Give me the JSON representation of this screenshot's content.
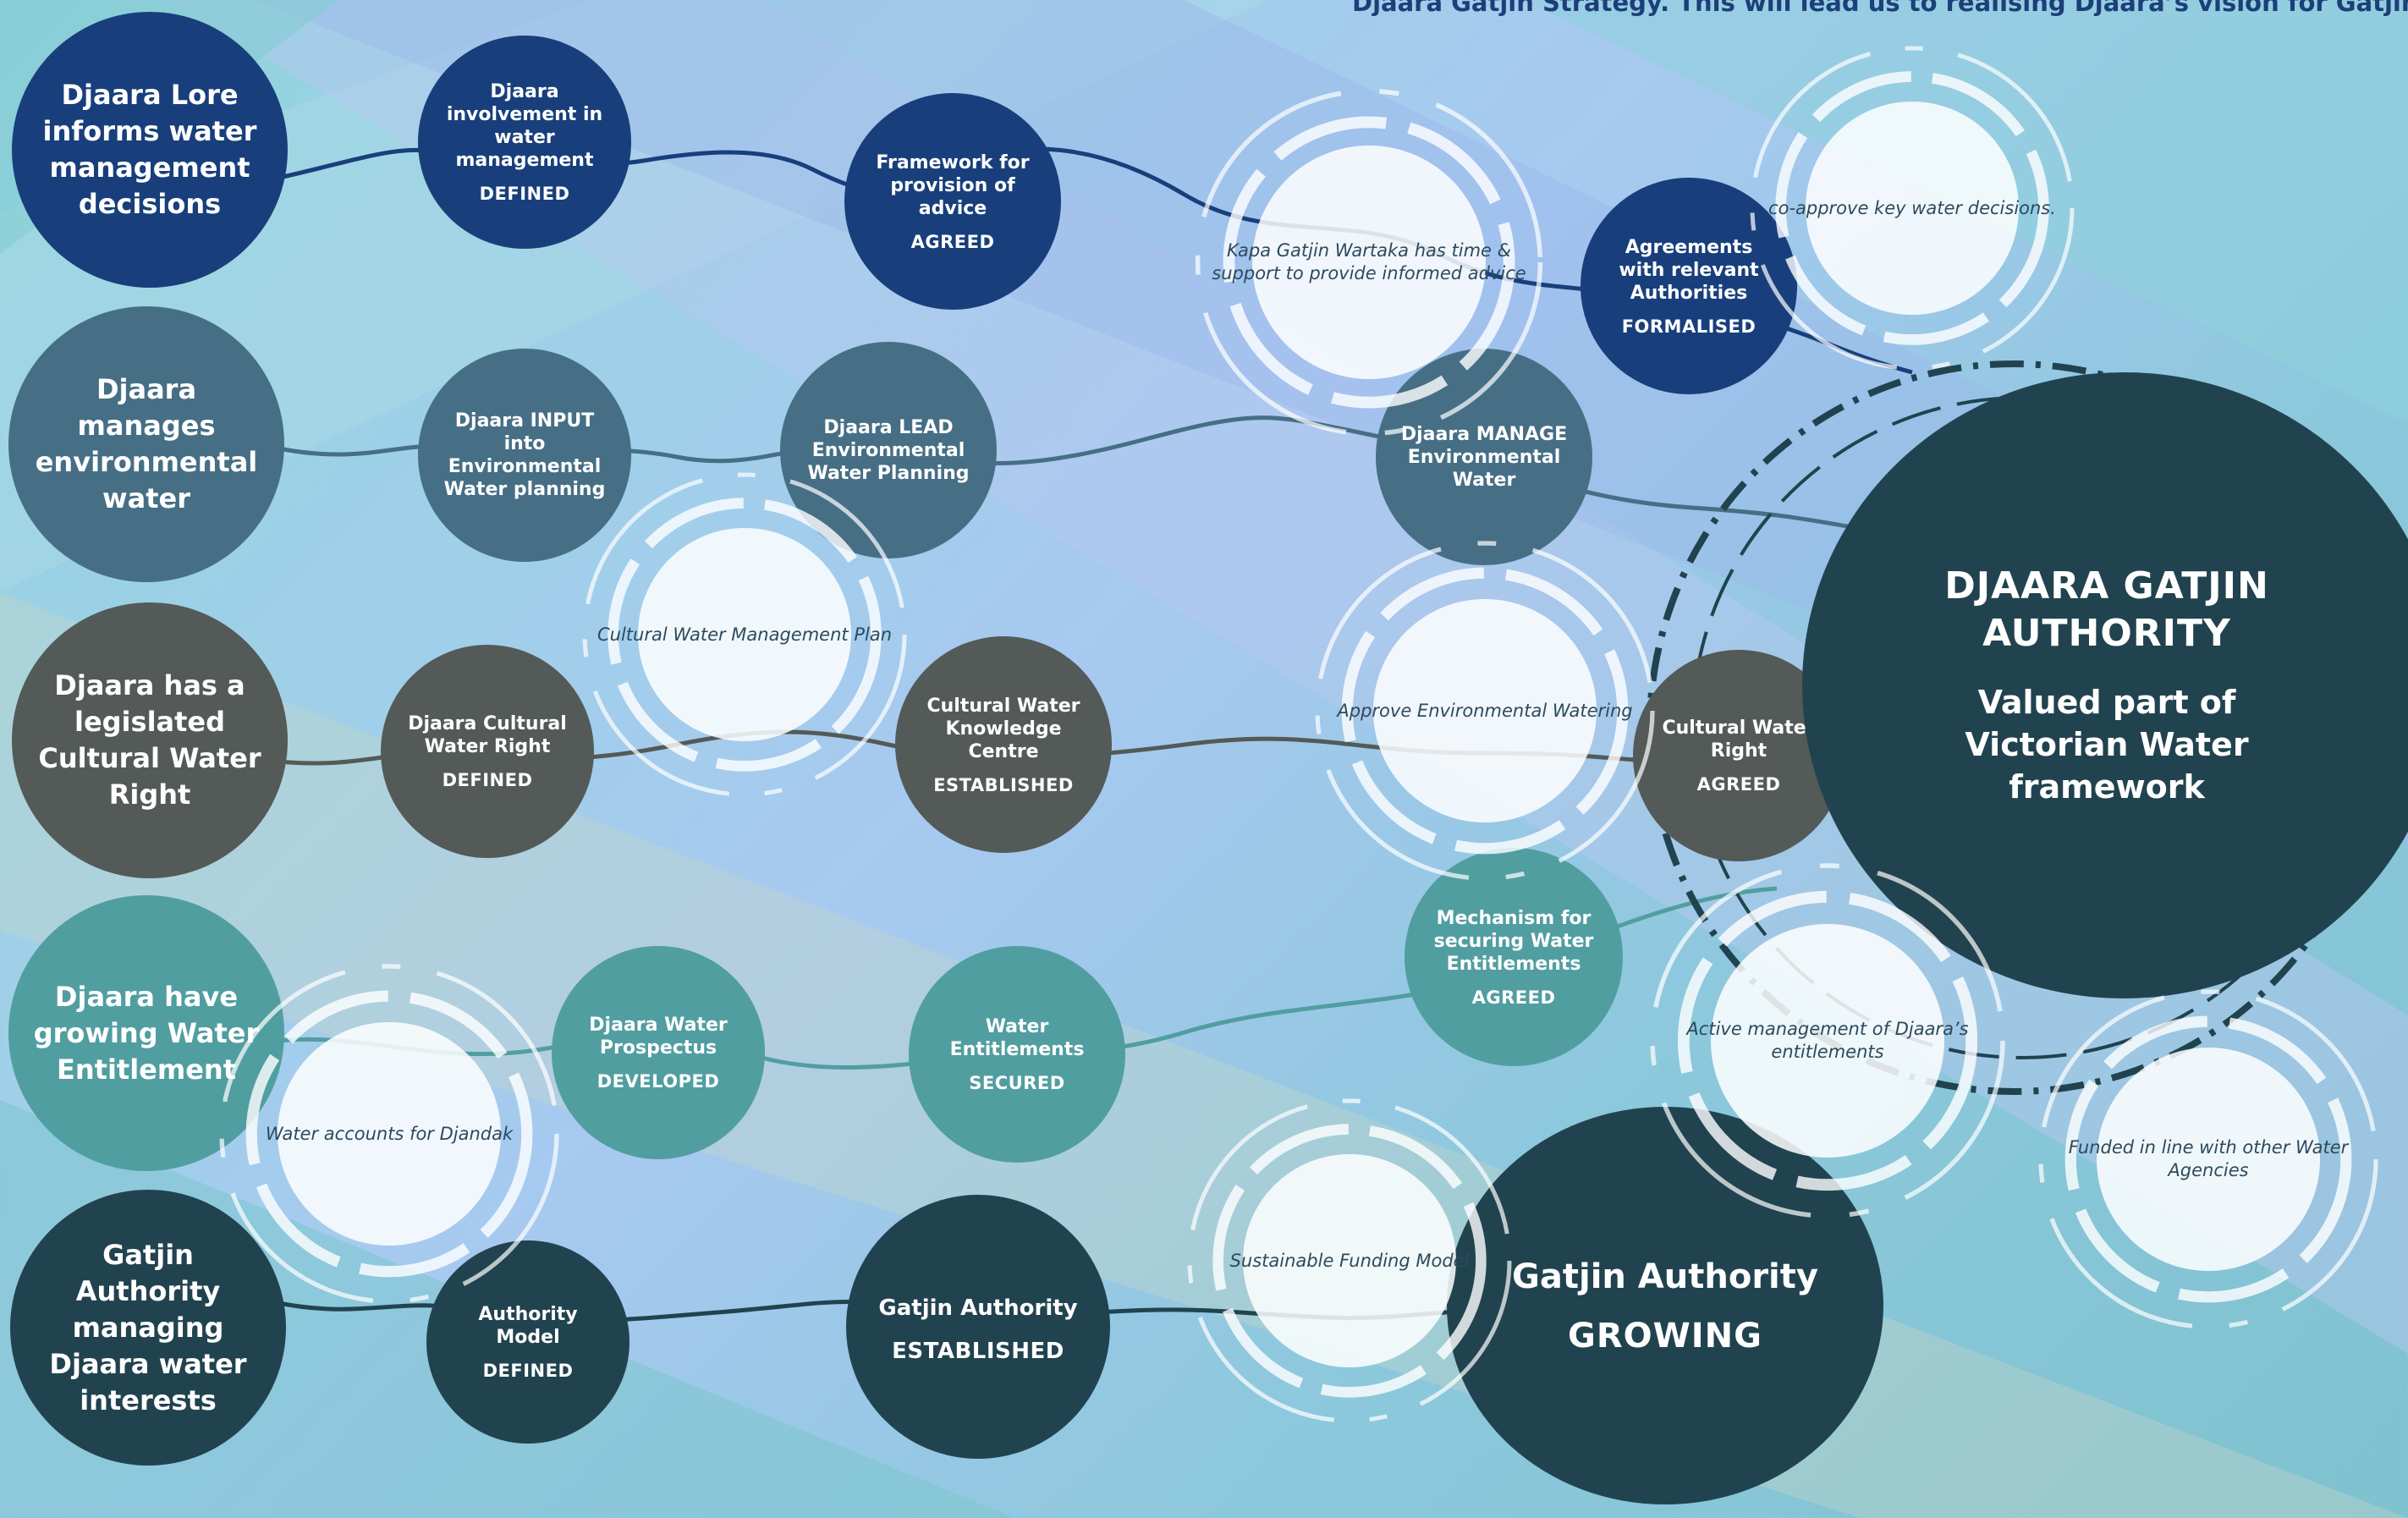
{
  "header": {
    "text": "Djaara Gatjin Strategy. This will lead us to realising Djaara’s vision for Gatjin"
  },
  "colors": {
    "navy": "#183f7c",
    "slate": "#466f85",
    "grey": "#545a58",
    "teal": "#519ea1",
    "dark": "#21434f"
  },
  "rows": [
    {
      "start": "Djaara Lore informs water management decisions",
      "steps": [
        {
          "title": "Djaara involvement in water management",
          "status": "DEFINED"
        },
        {
          "title": "Framework for provision of advice",
          "status": "AGREED"
        },
        {
          "title": "Agreements with relevant Authorities",
          "status": "FORMALISED"
        }
      ]
    },
    {
      "start": "Djaara manages environmental water",
      "steps": [
        {
          "title": "Djaara INPUT into Environmental Water planning",
          "status": ""
        },
        {
          "title": "Djaara LEAD Environmental Water Planning",
          "status": ""
        },
        {
          "title": "Djaara MANAGE Environmental Water",
          "status": ""
        }
      ]
    },
    {
      "start": "Djaara has a legislated Cultural Water Right",
      "steps": [
        {
          "title": "Djaara Cultural Water Right",
          "status": "DEFINED"
        },
        {
          "title": "Cultural Water Knowledge Centre",
          "status": "ESTABLISHED"
        },
        {
          "title": "Cultural Water Right",
          "status": "AGREED"
        }
      ]
    },
    {
      "start": "Djaara have growing Water Entitlement",
      "steps": [
        {
          "title": "Djaara Water Prospectus",
          "status": "DEVELOPED"
        },
        {
          "title": "Water Entitlements",
          "status": "SECURED"
        },
        {
          "title": "Mechanism for securing Water Entitlements",
          "status": "AGREED"
        }
      ]
    },
    {
      "start": "Gatjin Authority managing Djaara water interests",
      "steps": [
        {
          "title": "Authority Model",
          "status": "DEFINED"
        },
        {
          "title": "Gatjin Authority",
          "status": "ESTABLISHED"
        }
      ]
    }
  ],
  "swirls": {
    "kapa": "Kapa Gatjin Wartaka has time & support to provide informed advice",
    "coapprove": "co-approve key water decisions.",
    "cultural_plan": "Cultural Water Management Plan",
    "approve_env": "Approve Environmental Watering",
    "water_accounts": "Water accounts for Djandak",
    "active_mgmt": "Active management of Djaara’s entitlements",
    "funded": "Funded in line with other Water Agencies",
    "sustainable": "Sustainable Funding Model"
  },
  "growing": {
    "title": "Gatjin Authority",
    "status": "GROWING"
  },
  "authority": {
    "title": "DJAARA GATJIN AUTHORITY",
    "subtitle": "Valued part of Victorian Water framework"
  }
}
